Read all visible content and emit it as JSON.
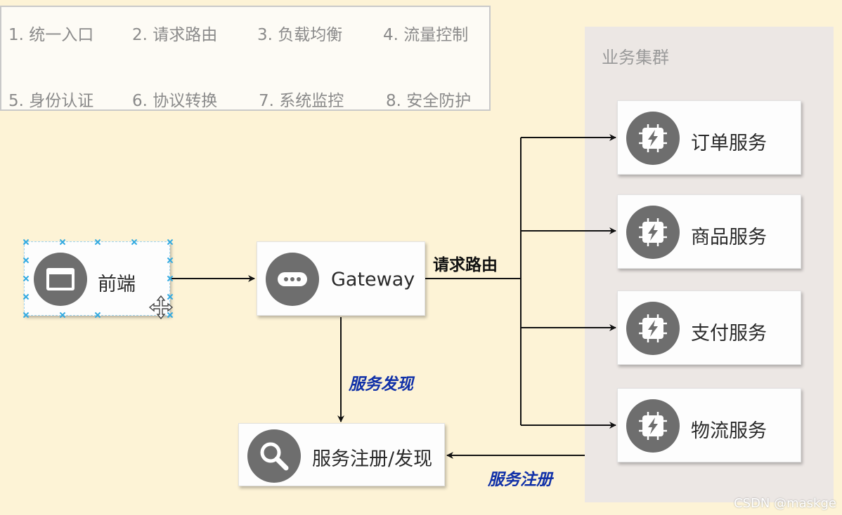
{
  "features": [
    "1. 统一入口",
    "2. 请求路由",
    "3. 负载均衡",
    "4. 流量控制",
    "5. 身份认证",
    "6. 协议转换",
    "7. 系统监控",
    "8. 安全防护"
  ],
  "cluster": {
    "title": "业务集群"
  },
  "nodes": {
    "frontend": "前端",
    "gateway": "Gateway",
    "registry": "服务注册/发现",
    "order": "订单服务",
    "product": "商品服务",
    "payment": "支付服务",
    "logistics": "物流服务"
  },
  "edges": {
    "routing": "请求路由",
    "discovery": "服务发现",
    "registration": "服务注册"
  },
  "icons": {
    "frontend": "window-icon",
    "gateway": "ellipsis-icon",
    "registry": "magnifier-icon",
    "service": "microchip-lightning-icon"
  },
  "colors": {
    "background": "#fdf3d6",
    "icon_circle": "#6e6e6e",
    "edge_label_blue": "#1030a8"
  },
  "watermark": "CSDN @maskge"
}
